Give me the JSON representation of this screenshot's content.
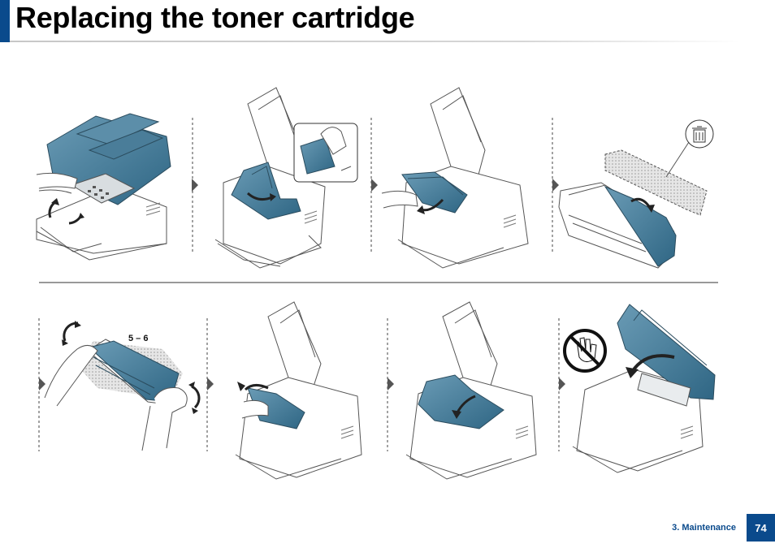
{
  "page": {
    "title": "Replacing the toner cartridge",
    "section": "3. Maintenance",
    "page_number": "74"
  },
  "illustration": {
    "step_label": "5 – 6",
    "colors": {
      "accent": "#3e7a99",
      "accent_dark": "#2b5c78",
      "brand_blue": "#0a4a8c",
      "line": "#555555",
      "divider_dash": "#444444"
    },
    "icons": [
      "recycle-bin-icon",
      "no-touch-icon"
    ]
  }
}
